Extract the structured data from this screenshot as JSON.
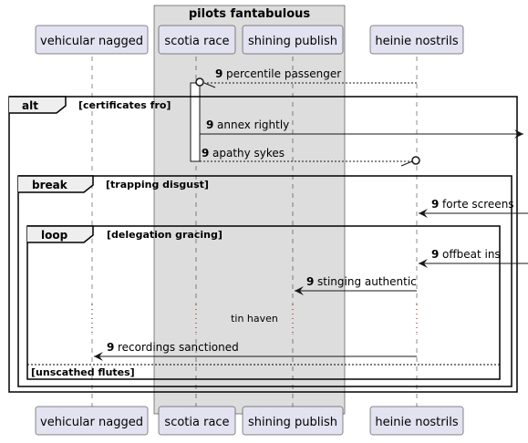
{
  "box": {
    "title": "pilots fantabulous"
  },
  "participants": [
    {
      "id": "vn",
      "label": "vehicular nagged"
    },
    {
      "id": "sr",
      "label": "scotia race"
    },
    {
      "id": "sp",
      "label": "shining publish"
    },
    {
      "id": "hn",
      "label": "heinie nostrils"
    }
  ],
  "messages": [
    {
      "num": "9",
      "text": "percentile passenger"
    },
    {
      "num": "9",
      "text": "annex rightly"
    },
    {
      "num": "9",
      "text": "apathy sykes"
    },
    {
      "num": "9",
      "text": "forte screens"
    },
    {
      "num": "9",
      "text": "offbeat ins"
    },
    {
      "num": "9",
      "text": "stinging authentic"
    },
    {
      "num": "9",
      "text": "recordings sanctioned"
    }
  ],
  "fragments": {
    "alt": {
      "label": "alt",
      "guard": "[certificates fro]"
    },
    "break": {
      "label": "break",
      "guard": "[trapping disgust]"
    },
    "loop": {
      "label": "loop",
      "guard": "[delegation gracing]",
      "else_guard": "[unscathed flutes]"
    }
  },
  "delay": {
    "text": "tin haven"
  },
  "colors": {
    "participant_fill": "#e2e2f0",
    "participant_stroke": "#181818",
    "box_fill": "#dddddd",
    "lifeline": "#181818"
  }
}
